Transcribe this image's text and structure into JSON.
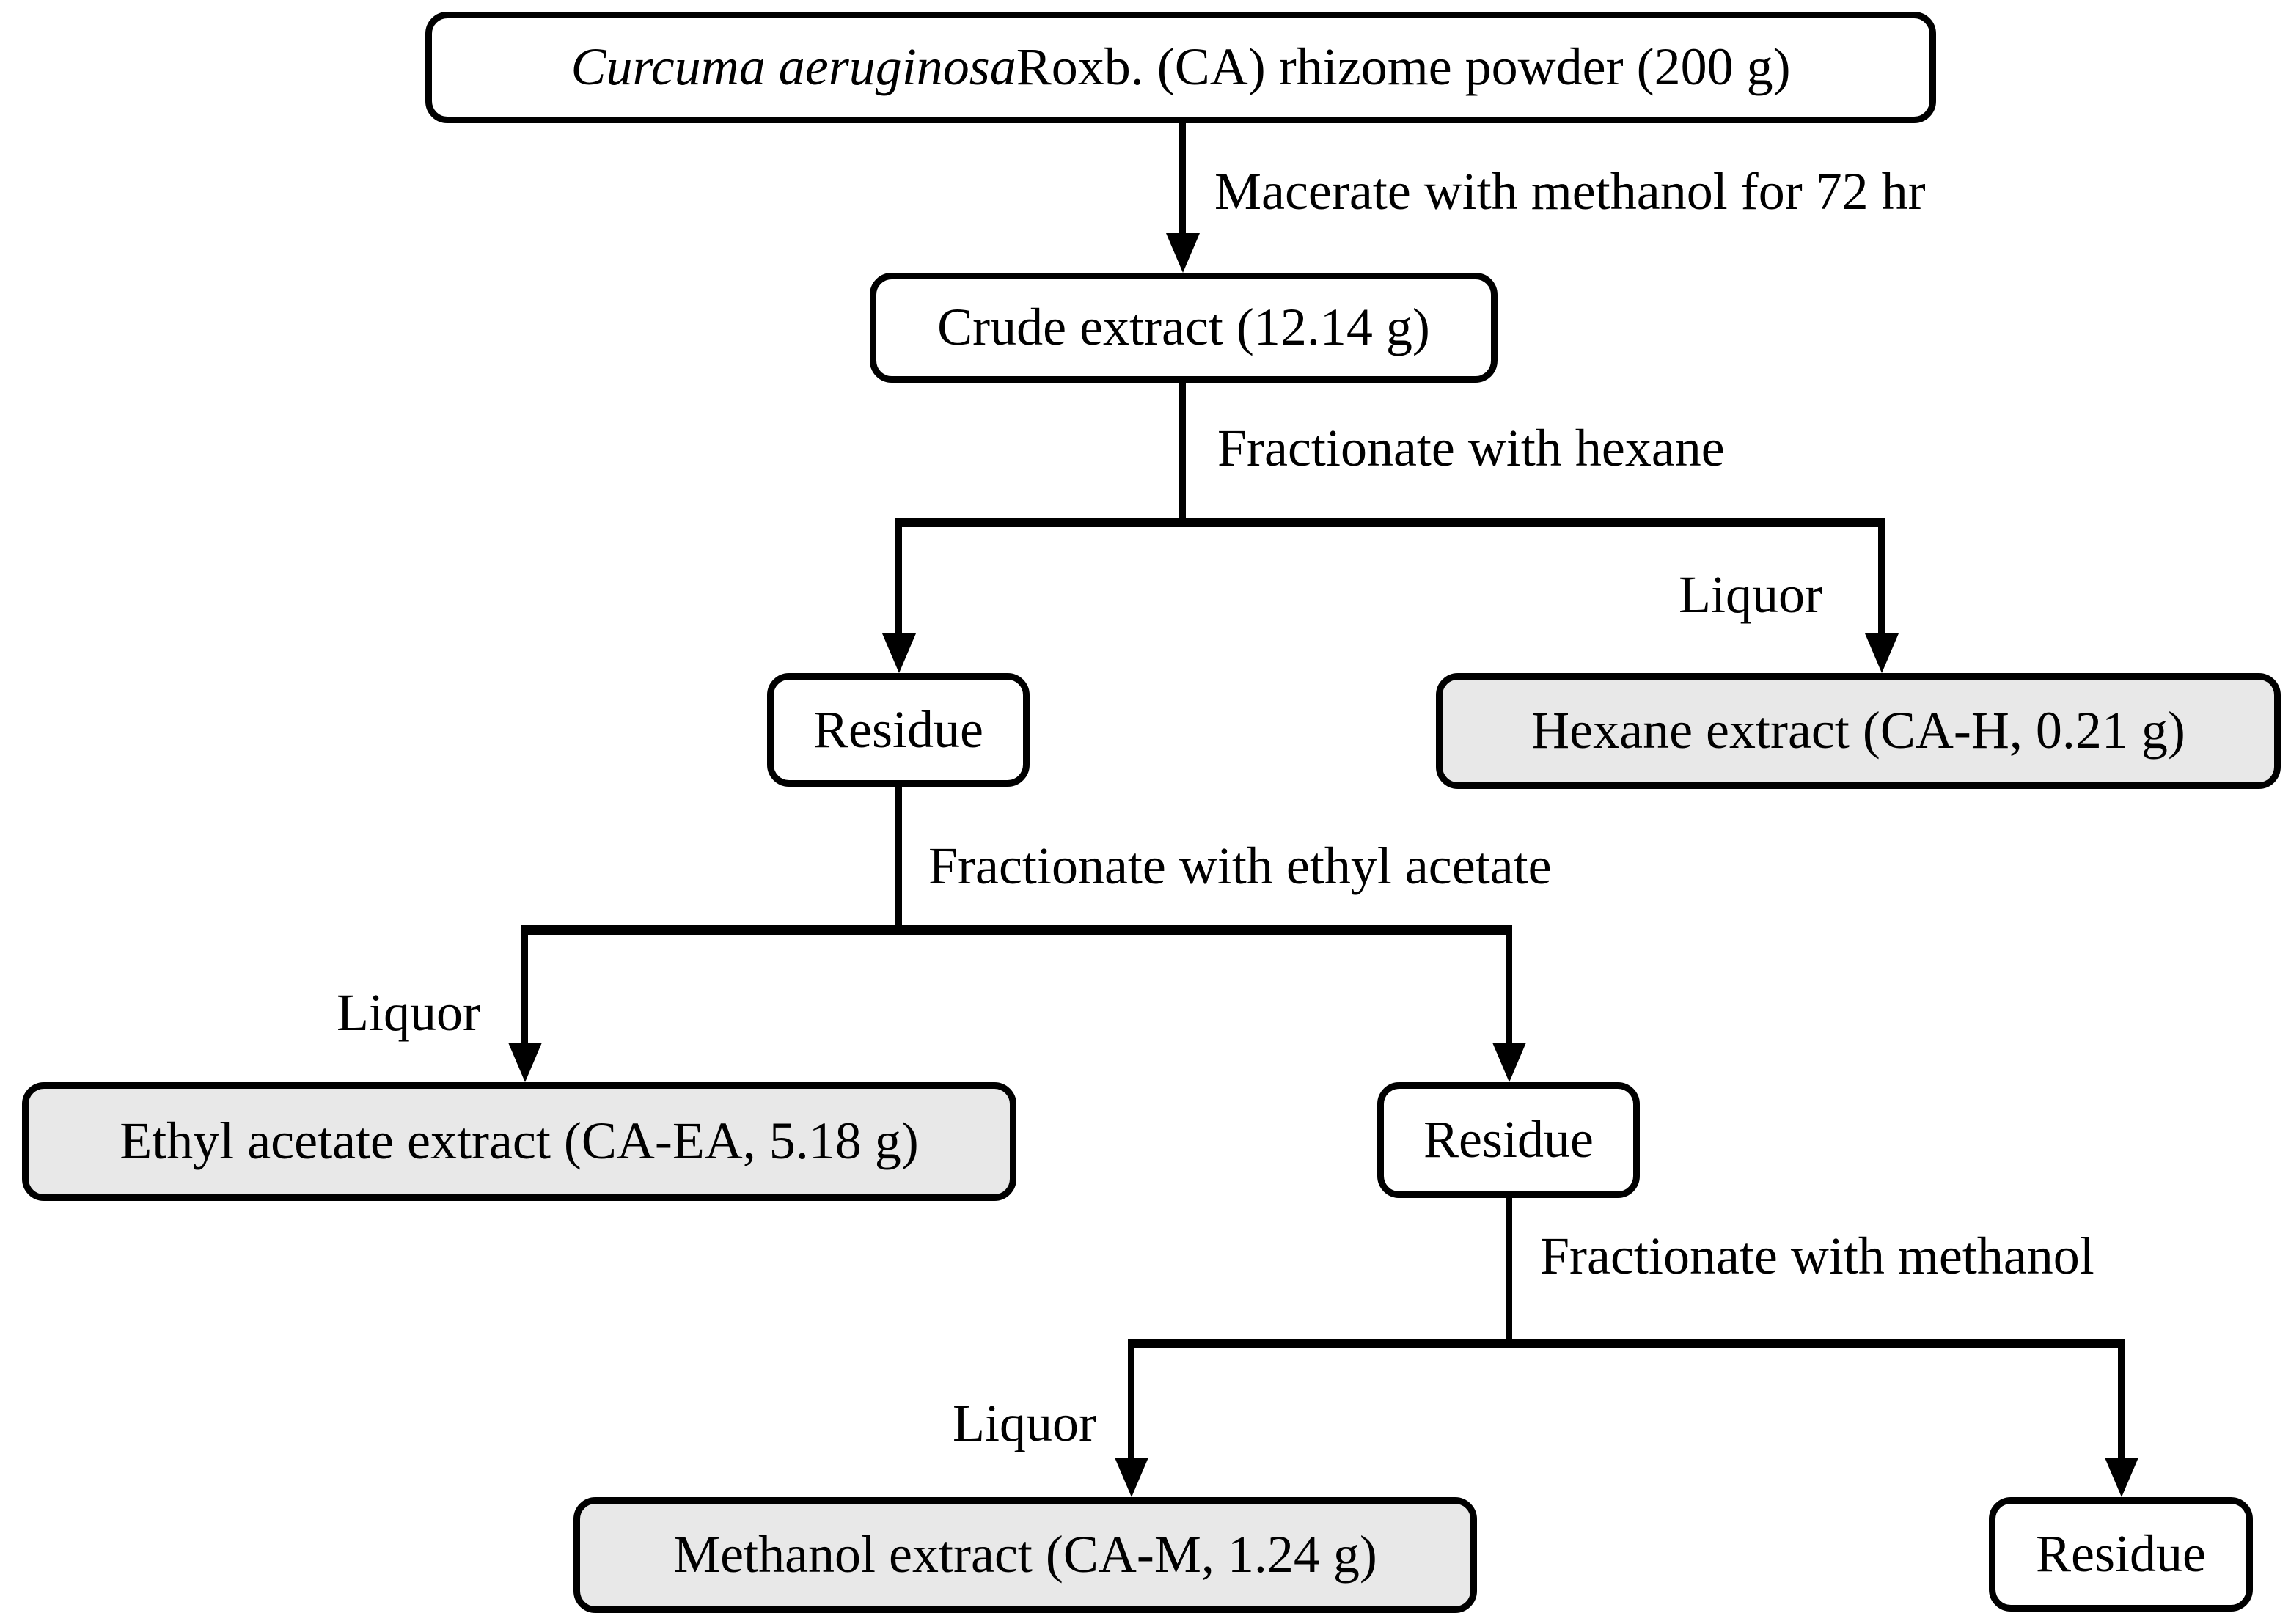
{
  "diagram": {
    "type": "extraction-flowchart",
    "nodes": {
      "rhizome_powder": {
        "label_italic": "Curcuma aeruginosa",
        "label_rest": " Roxb. (CA) rhizome powder (200 g)"
      },
      "crude_extract": {
        "label": "Crude extract (12.14 g)"
      },
      "residue_1": {
        "label": "Residue"
      },
      "hexane_extract": {
        "label": "Hexane extract (CA-H, 0.21 g)"
      },
      "ethyl_acetate_extract": {
        "label": "Ethyl acetate extract (CA-EA, 5.18 g)"
      },
      "residue_2": {
        "label": "Residue"
      },
      "methanol_extract": {
        "label": "Methanol extract (CA-M, 1.24 g)"
      },
      "residue_3": {
        "label": "Residue"
      }
    },
    "edge_labels": {
      "macerate": "Macerate with methanol for 72 hr",
      "fractionate_hexane": "Fractionate with hexane",
      "liquor_hexane": "Liquor",
      "fractionate_ethyl_acetate": "Fractionate with ethyl acetate",
      "liquor_ethyl_acetate": "Liquor",
      "fractionate_methanol": "Fractionate with methanol",
      "liquor_methanol": "Liquor"
    },
    "colors": {
      "background": "#ffffff",
      "node_fill": "#ffffff",
      "extract_fill": "#e8e8e8",
      "line": "#000000",
      "text": "#000000"
    }
  }
}
